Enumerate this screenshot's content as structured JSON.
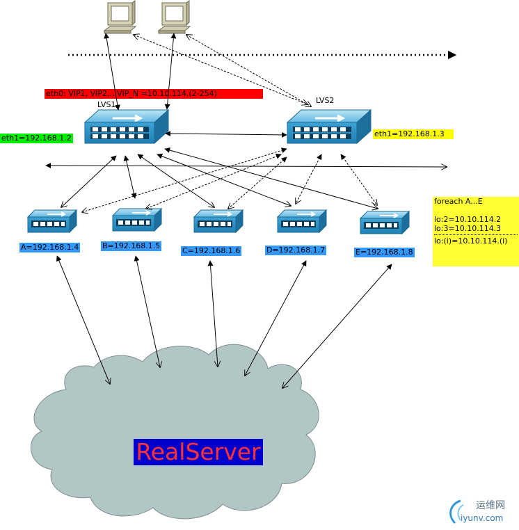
{
  "labels": {
    "eth0": "eth0: VIP1, VIP2,...VIP_N  =10.10.114.(2-254)",
    "lvs1": "LVS1",
    "lvs2": "LVS2",
    "lvs1_eth1": "eth1=192.168.1.2",
    "lvs2_eth1": "eth1=192.168.1.3"
  },
  "nodes": [
    {
      "label": "A=192.168.1.4"
    },
    {
      "label": "B=192.168.1.5"
    },
    {
      "label": "C=192.168.1.6"
    },
    {
      "label": "D=192.168.1.7"
    },
    {
      "label": "E=192.168.1.8"
    }
  ],
  "note": {
    "line1": "foreach A...E",
    "line2": "lo:2=10.10.114.2",
    "line3": "lo:3=10.10.114.3",
    "line4": "lo:(i)=10.10.114.(i)"
  },
  "cloud_label": "RealServer",
  "watermark": {
    "text1": "运维网",
    "text2": "iyunv.com"
  },
  "colors": {
    "red_label": "#ff0000",
    "green_label": "#00ee00",
    "yellow_label": "#ffff00",
    "blue_label": "#3399ff",
    "cloud": "#b3c6c6",
    "switch": "#3aa0d0"
  }
}
